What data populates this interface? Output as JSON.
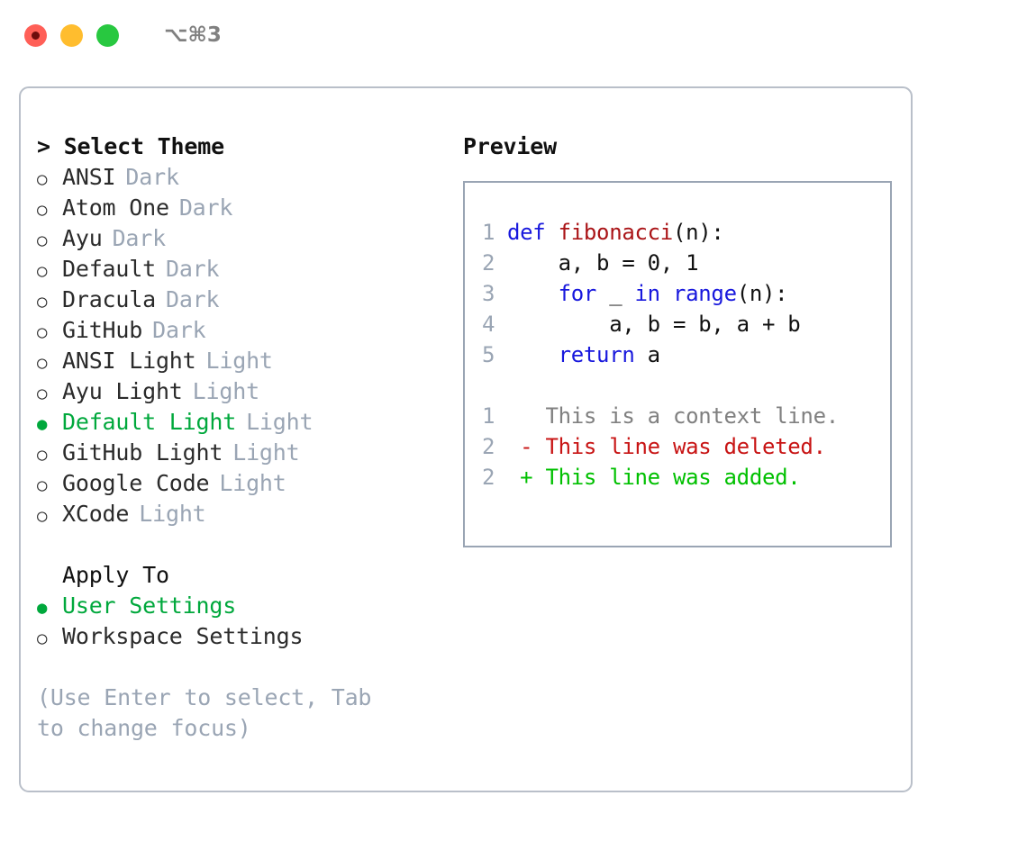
{
  "titlebar": {
    "shortcut": "⌥⌘3",
    "lights": [
      {
        "name": "close",
        "color": "#ff5f57"
      },
      {
        "name": "minimize",
        "color": "#ffbd2e"
      },
      {
        "name": "maximize",
        "color": "#28c840"
      }
    ]
  },
  "theme_picker": {
    "header": "> Select Theme",
    "items": [
      {
        "marker": "○",
        "name": "ANSI",
        "badge": "Dark",
        "selected": false
      },
      {
        "marker": "○",
        "name": "Atom One",
        "badge": "Dark",
        "selected": false
      },
      {
        "marker": "○",
        "name": "Ayu",
        "badge": "Dark",
        "selected": false
      },
      {
        "marker": "○",
        "name": "Default",
        "badge": "Dark",
        "selected": false
      },
      {
        "marker": "○",
        "name": "Dracula",
        "badge": "Dark",
        "selected": false
      },
      {
        "marker": "○",
        "name": "GitHub",
        "badge": "Dark",
        "selected": false
      },
      {
        "marker": "○",
        "name": "ANSI Light",
        "badge": "Light",
        "selected": false
      },
      {
        "marker": "○",
        "name": "Ayu Light",
        "badge": "Light",
        "selected": false
      },
      {
        "marker": "●",
        "name": "Default Light",
        "badge": "Light",
        "selected": true
      },
      {
        "marker": "○",
        "name": "GitHub Light",
        "badge": "Light",
        "selected": false
      },
      {
        "marker": "○",
        "name": "Google Code",
        "badge": "Light",
        "selected": false
      },
      {
        "marker": "○",
        "name": "XCode",
        "badge": "Light",
        "selected": false
      }
    ]
  },
  "apply_to": {
    "header": "Apply To",
    "items": [
      {
        "marker": "●",
        "name": "User Settings",
        "selected": true
      },
      {
        "marker": "○",
        "name": "Workspace Settings",
        "selected": false
      }
    ]
  },
  "hint": "(Use Enter to select, Tab to change focus)",
  "preview": {
    "title": "Preview",
    "code_lines": [
      {
        "no": "1",
        "tokens": [
          {
            "t": "def ",
            "c": "kw"
          },
          {
            "t": "fibonacci",
            "c": "fn"
          },
          {
            "t": "(n):",
            "c": "plain"
          }
        ]
      },
      {
        "no": "2",
        "tokens": [
          {
            "t": "    a, b = 0, 1",
            "c": "plain"
          }
        ]
      },
      {
        "no": "3",
        "tokens": [
          {
            "t": "    ",
            "c": "plain"
          },
          {
            "t": "for",
            "c": "kw"
          },
          {
            "t": " _ ",
            "c": "plain"
          },
          {
            "t": "in",
            "c": "kw"
          },
          {
            "t": " ",
            "c": "plain"
          },
          {
            "t": "range",
            "c": "kw"
          },
          {
            "t": "(n):",
            "c": "plain"
          }
        ]
      },
      {
        "no": "4",
        "tokens": [
          {
            "t": "        a, b = b, a + b",
            "c": "plain"
          }
        ]
      },
      {
        "no": "5",
        "tokens": [
          {
            "t": "    ",
            "c": "plain"
          },
          {
            "t": "return",
            "c": "kw"
          },
          {
            "t": " a",
            "c": "plain"
          }
        ]
      }
    ],
    "diff_lines": [
      {
        "no": "1",
        "tokens": [
          {
            "t": "   This is a context line.",
            "c": "ctx"
          }
        ]
      },
      {
        "no": "2",
        "tokens": [
          {
            "t": " - This line was deleted.",
            "c": "del"
          }
        ]
      },
      {
        "no": "2",
        "tokens": [
          {
            "t": " + This line was added.",
            "c": "add"
          }
        ]
      }
    ]
  },
  "colors": {
    "accent_green": "#00a83c",
    "badge_gray": "#9aa5b4",
    "keyword_blue": "#1818dd",
    "function_red": "#aa1417",
    "diff_delete": "#c81414",
    "diff_add": "#00c000",
    "context_gray": "#808080",
    "panel_border": "#b9bfc9",
    "code_border": "#9aa5b4"
  }
}
